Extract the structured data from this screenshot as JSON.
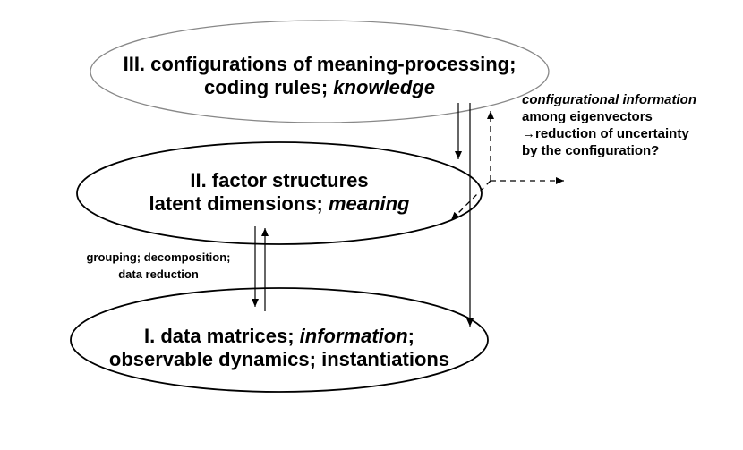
{
  "level_iii": {
    "line1": "III. configurations of meaning-processing;",
    "line2_plain": "coding rules; ",
    "line2_italic": "knowledge"
  },
  "level_ii": {
    "line1": "II. factor structures",
    "line2_plain": "latent dimensions; ",
    "line2_italic": "meaning"
  },
  "level_i": {
    "line1_plain": "I. data matrices; ",
    "line1_italic": "information",
    "line1_suffix": ";",
    "line2": "observable dynamics; instantiations"
  },
  "config_note": {
    "line1_italic": "configurational information",
    "line2": "among eigenvectors",
    "line3": "→reduction of uncertainty",
    "line4": "by the configuration?"
  },
  "grouping_note": {
    "line1": "grouping; decomposition;",
    "line2": "data reduction"
  }
}
